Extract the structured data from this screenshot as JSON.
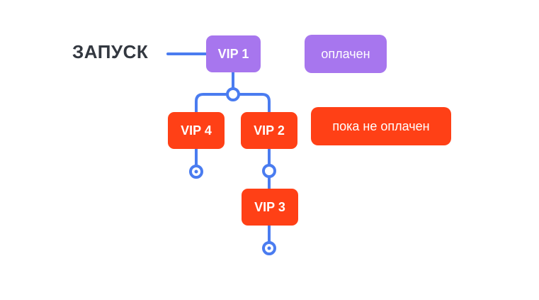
{
  "diagram": {
    "start_label": "ЗАПУСК",
    "nodes": {
      "vip1": "VIP 1",
      "vip2": "VIP 2",
      "vip3": "VIP 3",
      "vip4": "VIP 4"
    },
    "legend": {
      "paid": "оплачен",
      "unpaid": "пока не оплачен"
    }
  },
  "colors": {
    "connector": "#4A7CF0",
    "paid": "#A776EE",
    "unpaid": "#FF4016",
    "start_text": "#333840"
  }
}
